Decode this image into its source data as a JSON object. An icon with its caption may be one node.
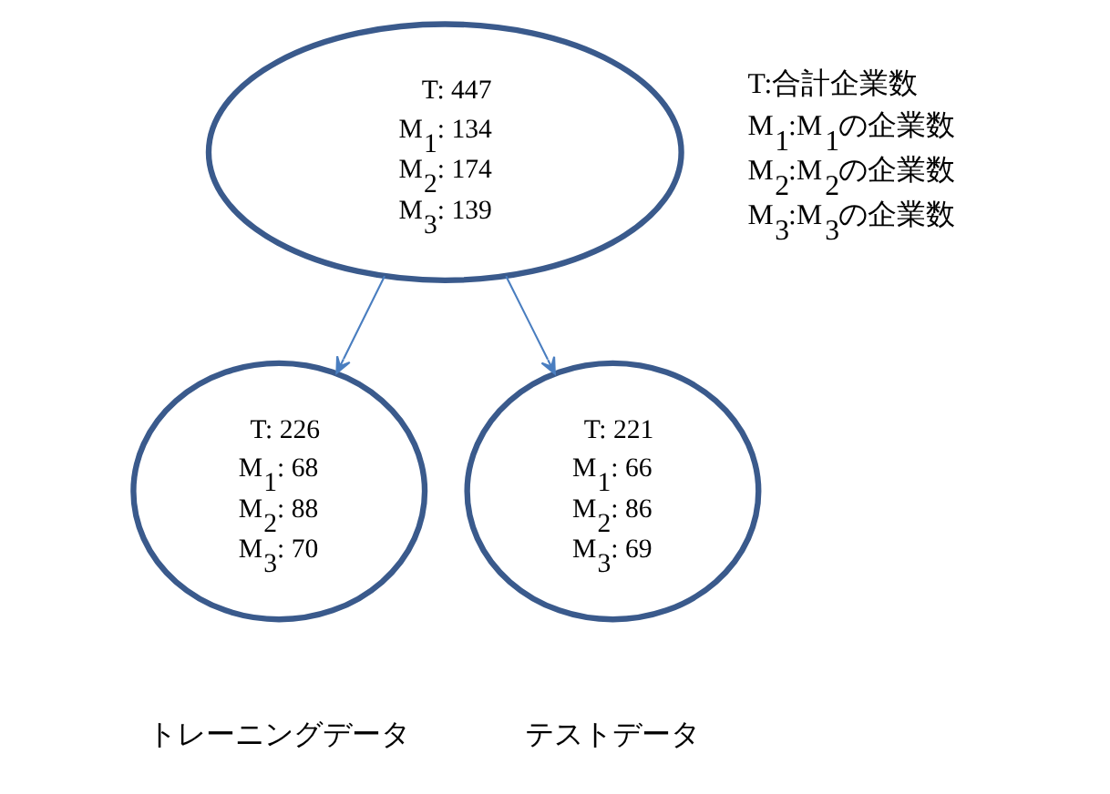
{
  "diagram": {
    "nodes": [
      {
        "text": [
          "T: 447",
          "M$_{1}$: 134",
          "M$_{2}$: 174",
          "M$_{3}$: 139"
        ]
      },
      {
        "text": [
          "T: 226",
          "M$_{1}$: 68",
          "M$_{2}$: 88",
          "M$_{3}$: 70"
        ],
        "beside": [
          "トレーニングデータ"
        ]
      },
      {
        "text": [
          "T: 221",
          "M$_{1}$: 66",
          "M$_{2}$: 86",
          "M$_{3}$: 69"
        ],
        "beside": [
          "テストデータ"
        ]
      }
    ],
    "edges": [
      {
        "from": 0,
        "to": 1,
        "arrow": "to"
      },
      {
        "from": 0,
        "to": 2,
        "arrow": "to"
      }
    ],
    "labels": [
      "T:合計企業数",
      "M$_{1}$:M$_{1}$の企業数",
      "M$_{2}$:M$_{2}$の企業数",
      "M$_{3}$:M$_{3}$の企業数"
    ]
  }
}
